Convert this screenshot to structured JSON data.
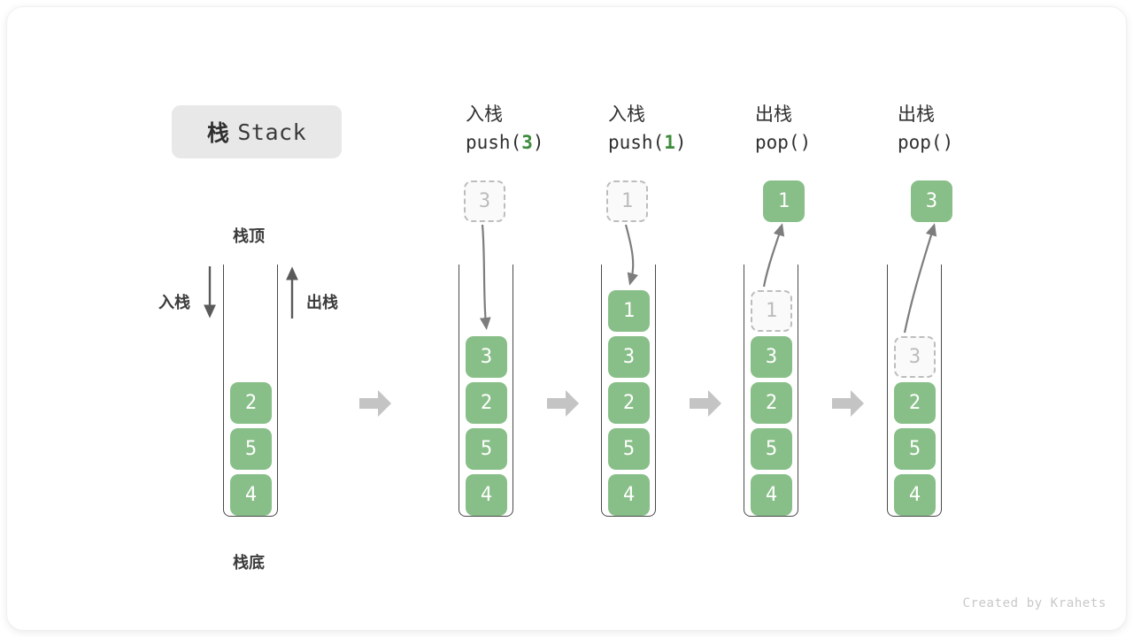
{
  "title": {
    "cn": "栈",
    "en": "Stack"
  },
  "labels": {
    "top": "栈顶",
    "bottom": "栈底",
    "push": "入栈",
    "pop": "出栈"
  },
  "footer": "Created by Krahets",
  "colors": {
    "cell_fill": "#88bf88",
    "cell_text": "#ffffff",
    "ghost_border": "#bdbdbd",
    "ghost_text": "#bcbcbc",
    "accent_number": "#3c8c3c",
    "arrow_gray": "#c4c4c4",
    "line_dark": "#4a4a4a",
    "badge_bg": "#e8e8e8"
  },
  "columns": [
    {
      "id": "initial",
      "header_cn": "",
      "header_code": "",
      "header_code_num": "",
      "detached": null,
      "cells": [
        {
          "value": "2",
          "state": "filled"
        },
        {
          "value": "5",
          "state": "filled"
        },
        {
          "value": "4",
          "state": "filled"
        }
      ]
    },
    {
      "id": "push-3",
      "header_cn": "入栈",
      "header_code_pre": "push(",
      "header_code_num": "3",
      "header_code_post": ")",
      "detached": {
        "value": "3",
        "state": "ghost"
      },
      "cells": [
        {
          "value": "3",
          "state": "filled"
        },
        {
          "value": "2",
          "state": "filled"
        },
        {
          "value": "5",
          "state": "filled"
        },
        {
          "value": "4",
          "state": "filled"
        }
      ]
    },
    {
      "id": "push-1",
      "header_cn": "入栈",
      "header_code_pre": "push(",
      "header_code_num": "1",
      "header_code_post": ")",
      "detached": {
        "value": "1",
        "state": "ghost"
      },
      "cells": [
        {
          "value": "1",
          "state": "filled"
        },
        {
          "value": "3",
          "state": "filled"
        },
        {
          "value": "2",
          "state": "filled"
        },
        {
          "value": "5",
          "state": "filled"
        },
        {
          "value": "4",
          "state": "filled"
        }
      ]
    },
    {
      "id": "pop-1",
      "header_cn": "出栈",
      "header_code_pre": "pop(",
      "header_code_num": "",
      "header_code_post": ")",
      "detached": {
        "value": "1",
        "state": "filled"
      },
      "cells": [
        {
          "value": "1",
          "state": "ghost"
        },
        {
          "value": "3",
          "state": "filled"
        },
        {
          "value": "2",
          "state": "filled"
        },
        {
          "value": "5",
          "state": "filled"
        },
        {
          "value": "4",
          "state": "filled"
        }
      ]
    },
    {
      "id": "pop-3",
      "header_cn": "出栈",
      "header_code_pre": "pop(",
      "header_code_num": "",
      "header_code_post": ")",
      "detached": {
        "value": "3",
        "state": "filled"
      },
      "cells": [
        {
          "value": "",
          "state": "empty"
        },
        {
          "value": "3",
          "state": "ghost"
        },
        {
          "value": "2",
          "state": "filled"
        },
        {
          "value": "5",
          "state": "filled"
        },
        {
          "value": "4",
          "state": "filled"
        }
      ]
    }
  ],
  "step_arrows": 4
}
